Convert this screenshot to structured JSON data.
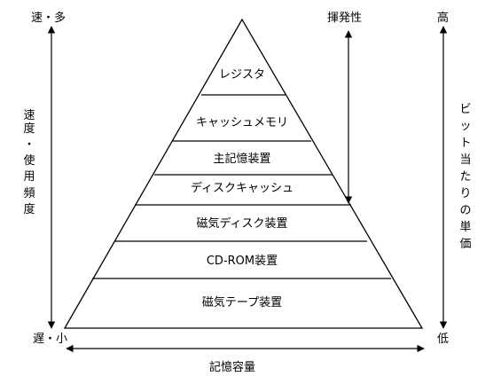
{
  "pyramid": {
    "levels": [
      "レジスタ",
      "キャッシュメモリ",
      "主記憶装置",
      "ディスクキャッシュ",
      "磁気ディスク装置",
      "CD-ROM装置",
      "磁気テープ装置"
    ]
  },
  "left_axis": {
    "top_label": "速・多",
    "bottom_label": "遅・小",
    "title_chars": [
      "速",
      "度",
      "・",
      "使",
      "用",
      "頻",
      "度"
    ]
  },
  "right_axis": {
    "top_label": "高",
    "bottom_label": "低",
    "title_chars": [
      "ビ",
      "ッ",
      "ト",
      "当",
      "た",
      "り",
      "の",
      "単",
      "価"
    ]
  },
  "volatility": {
    "label": "揮発性"
  },
  "capacity": {
    "label": "記憶容量"
  }
}
